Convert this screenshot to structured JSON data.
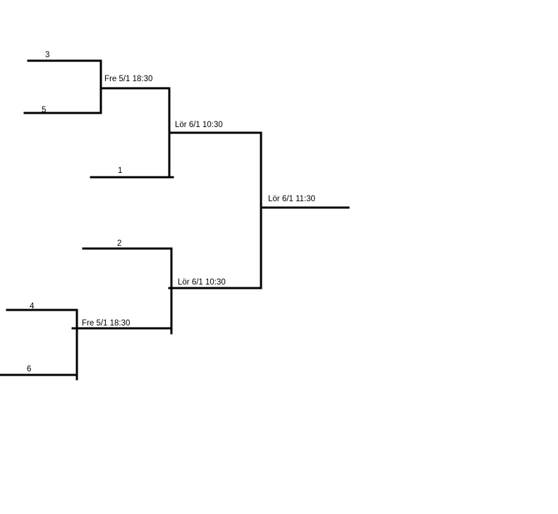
{
  "bracket": {
    "seeds": {
      "s3": "3",
      "s5": "5",
      "s1": "1",
      "s2": "2",
      "s4": "4",
      "s6": "6"
    },
    "matches": {
      "qf_top": "Fre 5/1 18:30",
      "qf_bottom": "Fre 5/1 18:30",
      "sf_top": "Lör 6/1 10:30",
      "sf_bottom": "Lör 6/1 10:30",
      "final": "Lör 6/1 11:30"
    },
    "line_color": "#000000",
    "background": "#ffffff"
  }
}
